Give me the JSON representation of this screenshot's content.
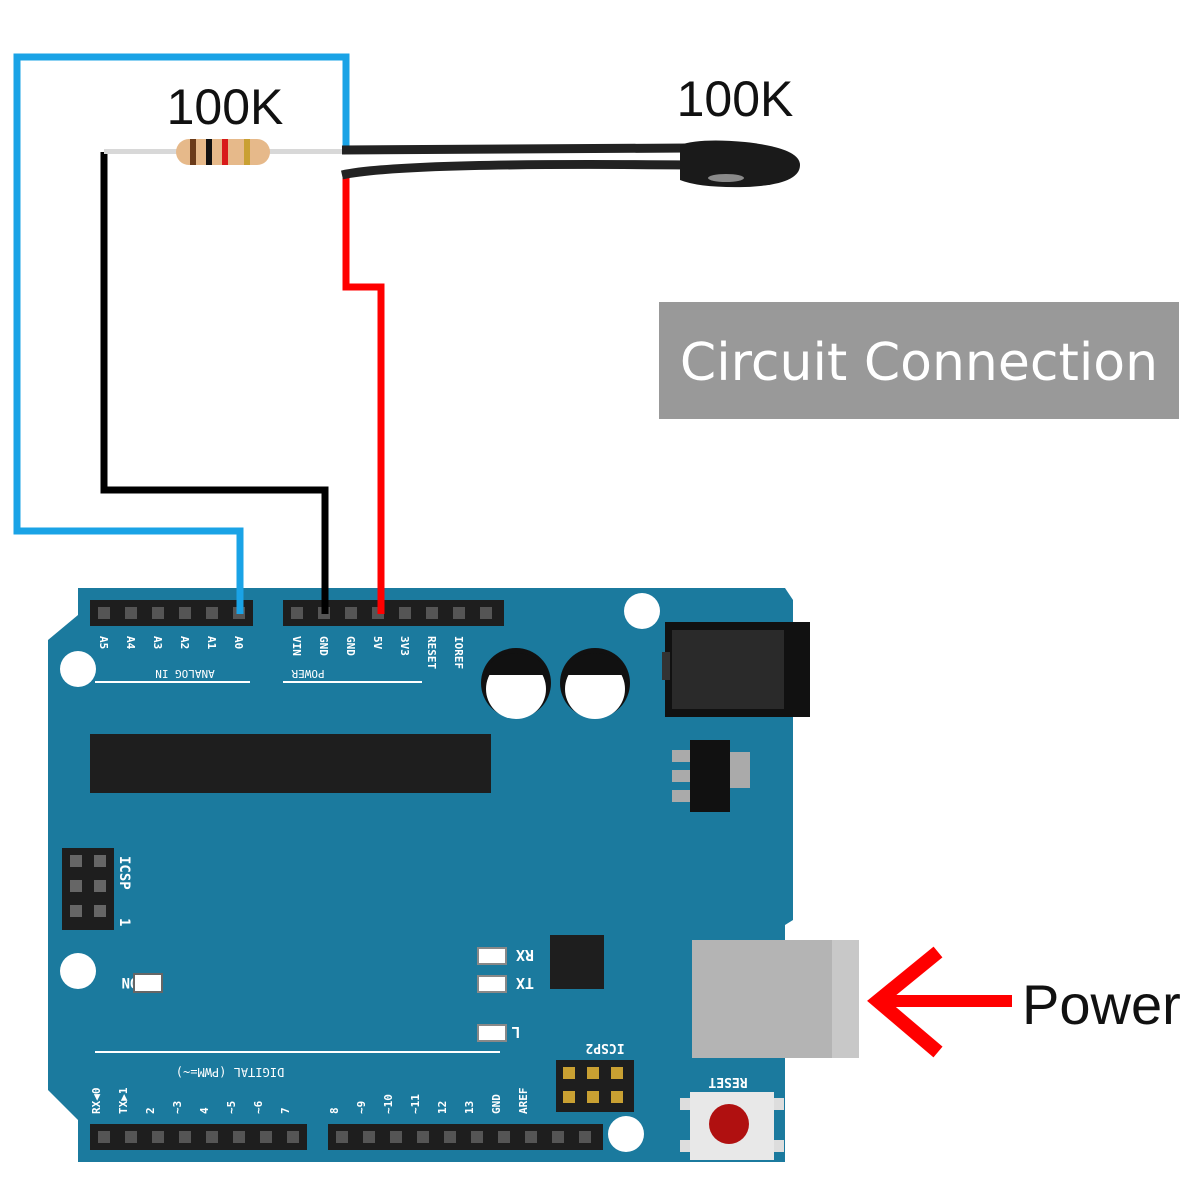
{
  "resistor_label": "100K",
  "thermistor_label": "100K",
  "title": "Circuit Connection",
  "power_label": "Power",
  "board": {
    "analog_pins": [
      "A5",
      "A4",
      "A3",
      "A2",
      "A1",
      "A0"
    ],
    "analog_section": "ANALOG IN",
    "power_pins": [
      "VIN",
      "GND",
      "GND",
      "5V",
      "3V3",
      "RESET",
      "IOREF"
    ],
    "power_section": "POWER",
    "icsp_label": "ICSP",
    "icsp_pin1": "1",
    "icsp2_label": "ICSP2",
    "reset_label": "RESET",
    "on_label": "ON",
    "rx_label": "RX",
    "tx_label": "TX",
    "l_label": "L",
    "digital_section": "DIGITAL (PWM=~)",
    "digital_pins": [
      "RX◀0",
      "TX▶1",
      "2",
      "~3",
      "4",
      "~5",
      "~6",
      "7",
      "8",
      "~9",
      "~10",
      "~11",
      "12",
      "13",
      "GND",
      "AREF"
    ]
  },
  "colors": {
    "board": "#1b7a9e",
    "wire_signal": "#1aa3e6",
    "wire_ground": "#000000",
    "wire_power": "#ff0000",
    "arrow": "#ff0000",
    "title_box": "#999999"
  }
}
